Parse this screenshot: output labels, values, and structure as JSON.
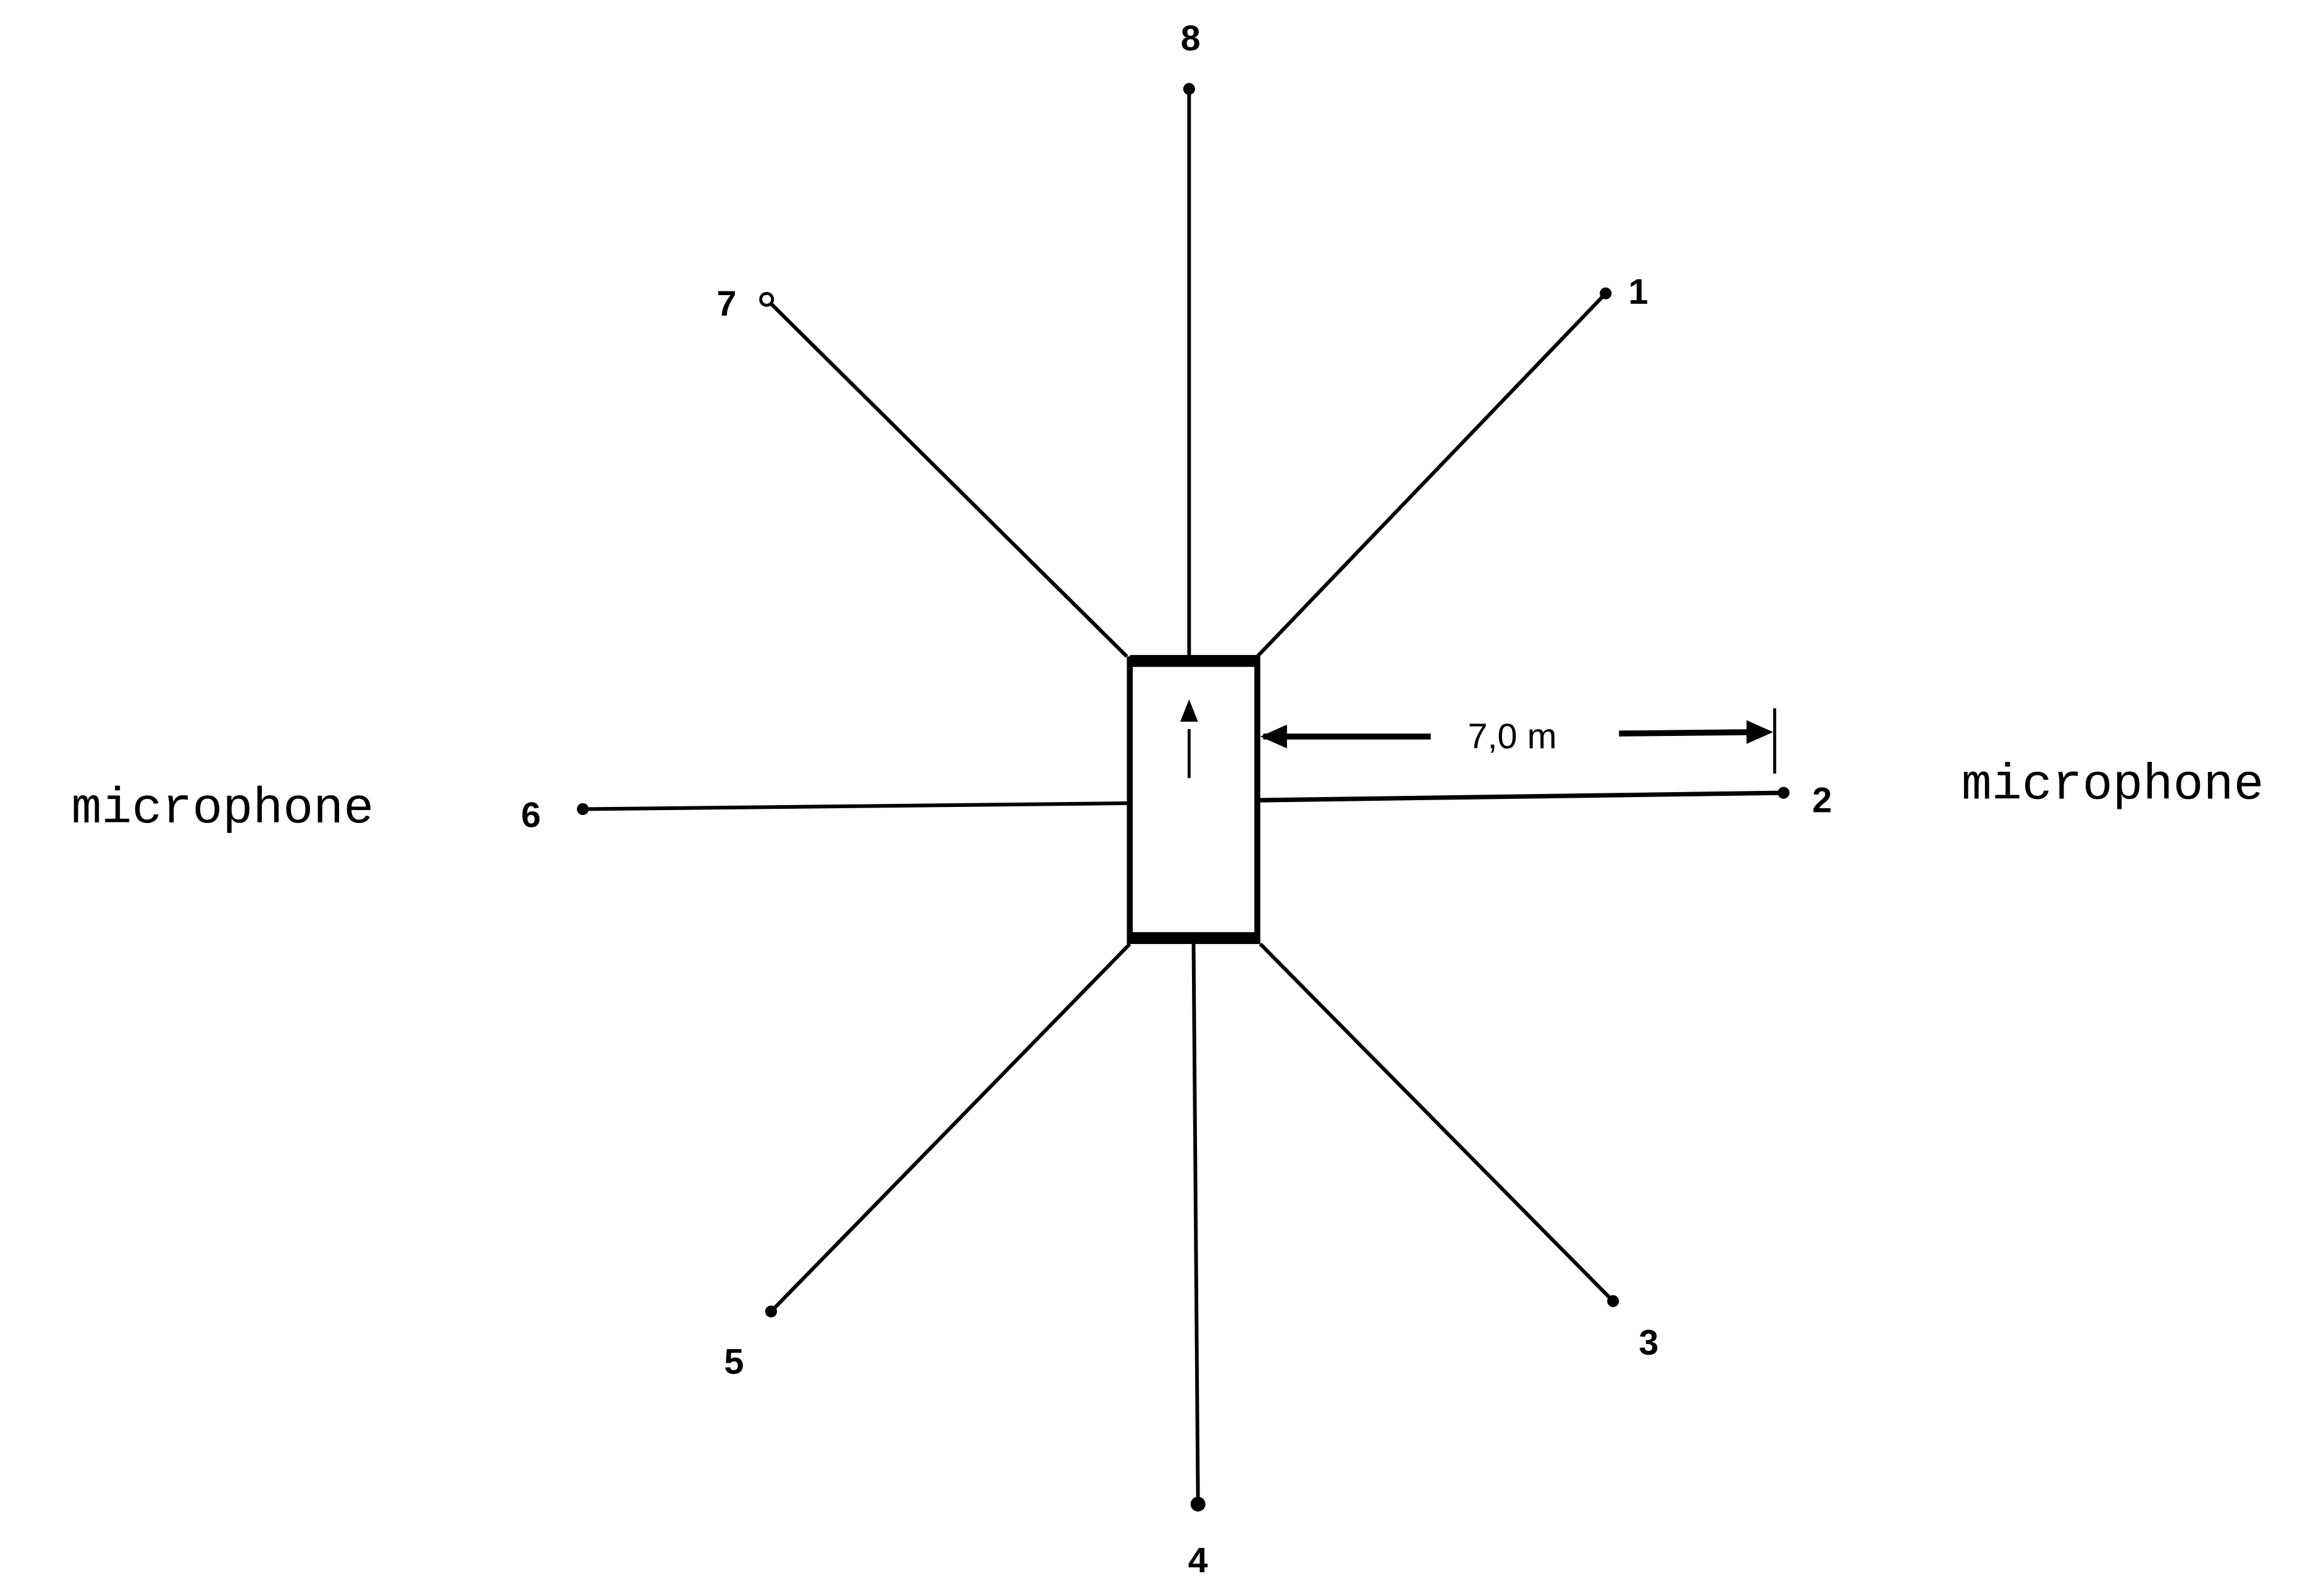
{
  "diagram": {
    "left_label": "microphone",
    "right_label": "microphone",
    "distance_label": "7,0 m",
    "positions": [
      {
        "id": "1",
        "label": "1"
      },
      {
        "id": "2",
        "label": "2"
      },
      {
        "id": "3",
        "label": "3"
      },
      {
        "id": "4",
        "label": "4"
      },
      {
        "id": "5",
        "label": "5"
      },
      {
        "id": "6",
        "label": "6"
      },
      {
        "id": "7",
        "label": "7"
      },
      {
        "id": "8",
        "label": "8"
      }
    ],
    "line_color": "#000000"
  }
}
